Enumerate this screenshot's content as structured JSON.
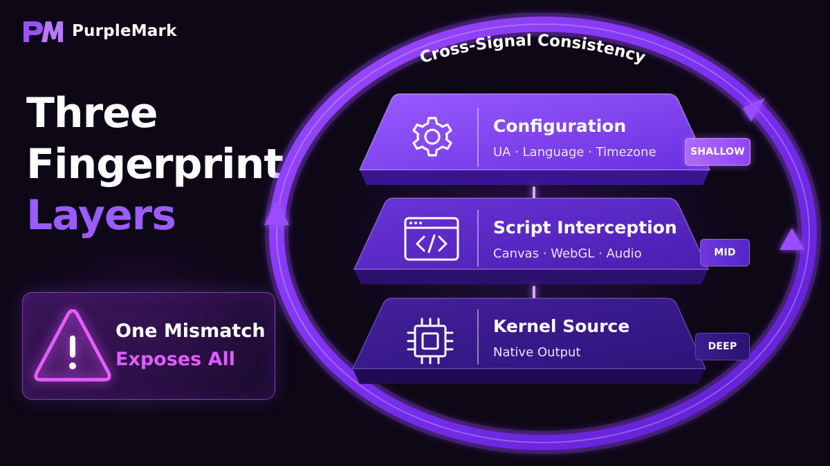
{
  "brand": {
    "name": "PurpleMark",
    "logo_icon": "pm-monogram-logo"
  },
  "headline": {
    "line1": "Three",
    "line2": "Fingerprint",
    "line3": "Layers"
  },
  "warning": {
    "icon": "warning-triangle-icon",
    "line1": "One Mismatch",
    "line2": "Exposes All"
  },
  "cycle_label": "Cross-Signal Consistency",
  "layers": [
    {
      "icon": "gear-icon",
      "title": "Configuration",
      "subtitle": "UA · Language · Timezone",
      "depth": "SHALLOW"
    },
    {
      "icon": "code-window-icon",
      "title": "Script Interception",
      "subtitle": "Canvas · WebGL · Audio",
      "depth": "MID"
    },
    {
      "icon": "cpu-chip-icon",
      "title": "Kernel Source",
      "subtitle": "Native Output",
      "depth": "DEEP"
    }
  ],
  "colors": {
    "background": "#0d0716",
    "accent_purple": "#9b5cff",
    "accent_magenta": "#e05cff",
    "layer_shallow": "#7b3ff2",
    "layer_mid": "#5a25c2",
    "layer_deep": "#3a1a8a",
    "ring": "#8a3dff"
  }
}
